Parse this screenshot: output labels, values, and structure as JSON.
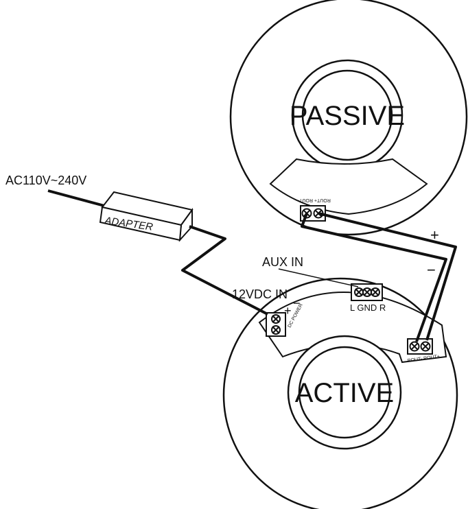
{
  "diagram": {
    "labels": {
      "ac_input": "AC110V~240V",
      "adapter": "ADAPTER",
      "aux_in": "AUX IN",
      "dc_in": "12VDC IN",
      "passive": "PASSIVE",
      "active": "ACTIVE",
      "plus": "+",
      "minus": "−",
      "passive_terminal": "ROUT+ ROUT-",
      "active_out_terminal": "ROUT- ROUT+",
      "dc_power_terminal": "DC POWER",
      "dc_plus": "+",
      "dc_minus": "−",
      "aux_terminal": "L GND R"
    },
    "colors": {
      "ink": "#111111",
      "background": "#ffffff"
    }
  }
}
